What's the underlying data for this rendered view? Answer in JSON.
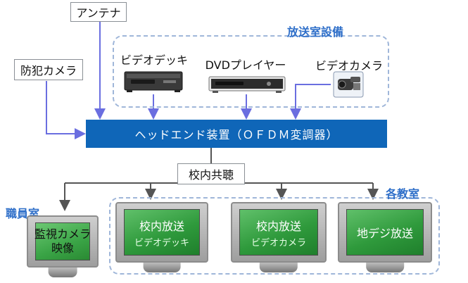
{
  "antenna": {
    "label": "アンテナ"
  },
  "security_camera": {
    "label": "防犯カメラ"
  },
  "broadcast_room": {
    "title": "放送室設備",
    "devices": [
      {
        "label": "ビデオデッキ",
        "icon": "vcr-icon"
      },
      {
        "label": "DVDプレイヤー",
        "icon": "dvd-player-icon"
      },
      {
        "label": "ビデオカメラ",
        "icon": "video-camera-icon"
      }
    ]
  },
  "headend": {
    "label": "ヘッドエンド装置（ＯＦＤＭ変調器）"
  },
  "distribution": {
    "label": "校内共聴"
  },
  "staff_room": {
    "title": "職員室",
    "monitor": {
      "line1": "監視カメラ",
      "line2": "映像"
    }
  },
  "classrooms": {
    "title": "各教室",
    "tvs": [
      {
        "line1": "校内放送",
        "line2": "ビデオデッキ"
      },
      {
        "line1": "校内放送",
        "line2": "ビデオカメラ"
      },
      {
        "line1": "地デジ放送",
        "line2": ""
      }
    ]
  },
  "colors": {
    "headend": "#0f66b8",
    "arrow": "#6a6ee0",
    "line": "#555555",
    "group_title": "#2f6fc9",
    "screen": "#3aa446"
  }
}
